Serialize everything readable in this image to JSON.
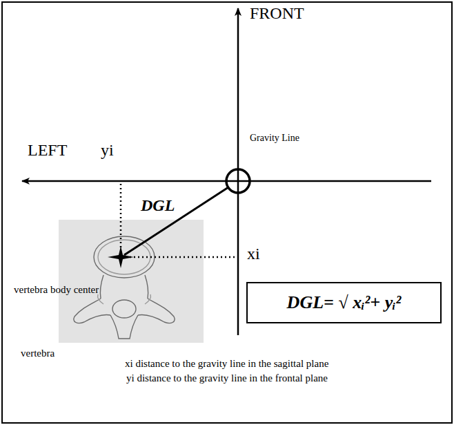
{
  "diagram": {
    "nodes": [
      {
        "text": [
          "DGL= √ xᵢ²+ yᵢ²"
        ]
      }
    ],
    "labels": [
      "FRONT",
      "LEFT",
      "yi",
      "Gravity Line",
      "DGL",
      "xi",
      "vertebra body center",
      "vertebra",
      "xi distance to the gravity line in the sagittal plane",
      "yi distance to the gravity line in the frontal plane"
    ]
  }
}
